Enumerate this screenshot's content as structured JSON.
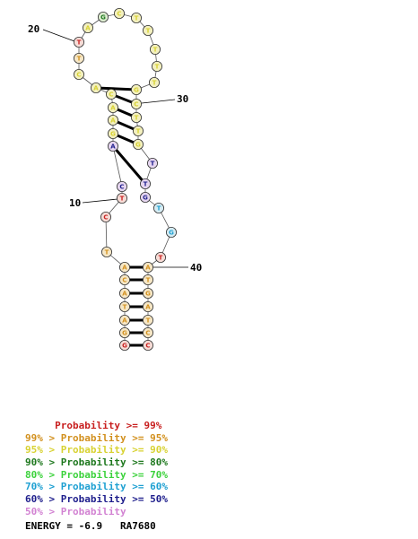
{
  "structure": {
    "nucleotides": [
      {
        "n": 1,
        "base": "G",
        "prob": ">=99"
      },
      {
        "n": 2,
        "base": "G",
        "prob": "99-95"
      },
      {
        "n": 3,
        "base": "A",
        "prob": "99-95"
      },
      {
        "n": 4,
        "base": "T",
        "prob": "99-95"
      },
      {
        "n": 5,
        "base": "A",
        "prob": "99-95"
      },
      {
        "n": 6,
        "base": "C",
        "prob": "99-95"
      },
      {
        "n": 7,
        "base": "A",
        "prob": "99-95"
      },
      {
        "n": 8,
        "base": "T",
        "prob": "99-95"
      },
      {
        "n": 9,
        "base": "C",
        "prob": ">=99"
      },
      {
        "n": 10,
        "base": "T",
        "prob": ">=99"
      },
      {
        "n": 11,
        "base": "C",
        "prob": "60-50"
      },
      {
        "n": 12,
        "base": "A",
        "prob": "60-50"
      },
      {
        "n": 13,
        "base": "G",
        "prob": "95-90"
      },
      {
        "n": 14,
        "base": "A",
        "prob": "95-90"
      },
      {
        "n": 15,
        "base": "A",
        "prob": "95-90"
      },
      {
        "n": 16,
        "base": "C",
        "prob": "95-90"
      },
      {
        "n": 17,
        "base": "A",
        "prob": "95-90"
      },
      {
        "n": 18,
        "base": "C",
        "prob": "95-90"
      },
      {
        "n": 19,
        "base": "T",
        "prob": "99-95"
      },
      {
        "n": 20,
        "base": "T",
        "prob": ">=99"
      },
      {
        "n": 21,
        "base": "A",
        "prob": "95-90"
      },
      {
        "n": 22,
        "base": "G",
        "prob": "90-80"
      },
      {
        "n": 23,
        "base": "C",
        "prob": "95-90"
      },
      {
        "n": 24,
        "base": "T",
        "prob": "95-90"
      },
      {
        "n": 25,
        "base": "T",
        "prob": "95-90"
      },
      {
        "n": 26,
        "base": "T",
        "prob": "95-90"
      },
      {
        "n": 27,
        "base": "T",
        "prob": "95-90"
      },
      {
        "n": 28,
        "base": "T",
        "prob": "95-90"
      },
      {
        "n": 29,
        "base": "G",
        "prob": "95-90"
      },
      {
        "n": 30,
        "base": "C",
        "prob": "95-90"
      },
      {
        "n": 31,
        "base": "T",
        "prob": "95-90"
      },
      {
        "n": 32,
        "base": "T",
        "prob": "95-90"
      },
      {
        "n": 33,
        "base": "G",
        "prob": "95-90"
      },
      {
        "n": 34,
        "base": "T",
        "prob": "60-50"
      },
      {
        "n": 35,
        "base": "T",
        "prob": "60-50"
      },
      {
        "n": 36,
        "base": "G",
        "prob": "60-50"
      },
      {
        "n": 37,
        "base": "T",
        "prob": "70-60"
      },
      {
        "n": 38,
        "base": "G",
        "prob": "70-60"
      },
      {
        "n": 39,
        "base": "T",
        "prob": ">=99"
      },
      {
        "n": 40,
        "base": "A",
        "prob": "99-95"
      },
      {
        "n": 41,
        "base": "T",
        "prob": "99-95"
      },
      {
        "n": 42,
        "base": "G",
        "prob": "99-95"
      },
      {
        "n": 43,
        "base": "A",
        "prob": "99-95"
      },
      {
        "n": 44,
        "base": "T",
        "prob": "99-95"
      },
      {
        "n": 45,
        "base": "C",
        "prob": "99-95"
      },
      {
        "n": 46,
        "base": "C",
        "prob": ">=99"
      }
    ],
    "pairs": [
      [
        1,
        46
      ],
      [
        2,
        45
      ],
      [
        3,
        44
      ],
      [
        4,
        43
      ],
      [
        5,
        42
      ],
      [
        6,
        41
      ],
      [
        7,
        40
      ],
      [
        12,
        35
      ],
      [
        13,
        33
      ],
      [
        14,
        32
      ],
      [
        15,
        31
      ],
      [
        16,
        30
      ],
      [
        17,
        29
      ]
    ],
    "position_labels": [
      "10",
      "20",
      "30",
      "40"
    ]
  },
  "legend": [
    {
      "key": ">=99",
      "text": "     Probability >= 99%",
      "color": "#c81e1e"
    },
    {
      "key": "99-95",
      "text": "99% > Probability >= 95%",
      "color": "#d2901e"
    },
    {
      "key": "95-90",
      "text": "95% > Probability >= 90%",
      "color": "#d8d232"
    },
    {
      "key": "90-80",
      "text": "90% > Probability >= 80%",
      "color": "#1e781e"
    },
    {
      "key": "80-70",
      "text": "80% > Probability >= 70%",
      "color": "#3cd23c"
    },
    {
      "key": "70-60",
      "text": "70% > Probability >= 60%",
      "color": "#1ea0d2"
    },
    {
      "key": "60-50",
      "text": "60% > Probability >= 50%",
      "color": "#1e1e8c"
    },
    {
      "key": "50-",
      "text": "50% > Probability",
      "color": "#d282d2"
    }
  ],
  "energy_text": "ENERGY = -6.9   RA7680"
}
